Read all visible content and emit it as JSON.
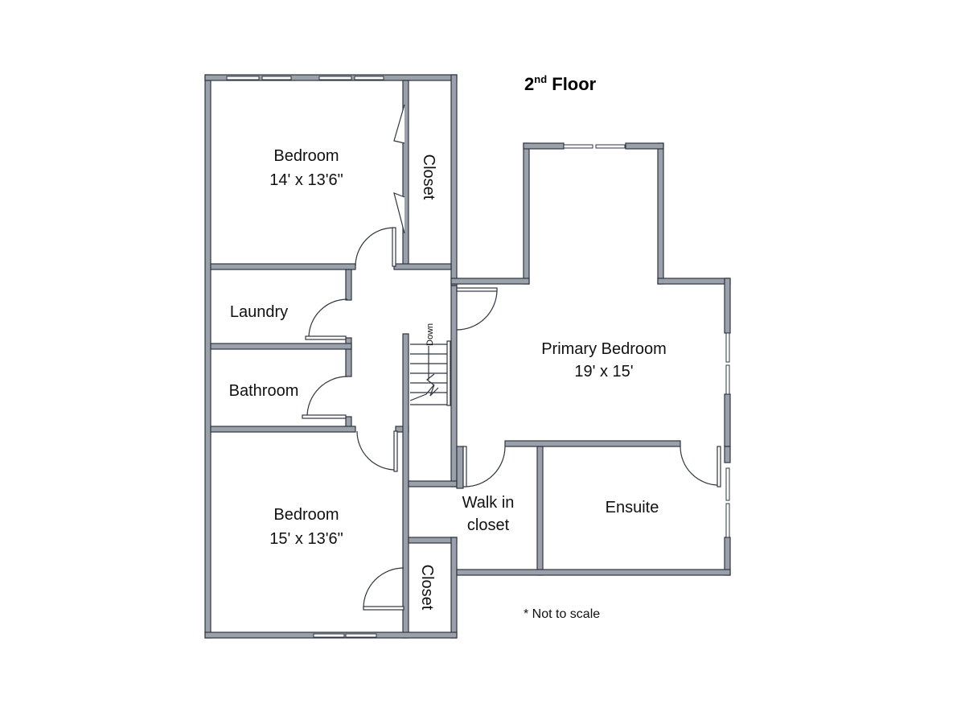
{
  "plan": {
    "title_main": "2",
    "title_sup": "nd",
    "title_rest": " Floor",
    "note": "* Not to scale",
    "stair_label": "Down",
    "wall_color": "#9AA1AA",
    "wall_edge": "#2f3540"
  },
  "rooms": {
    "bedroom_top": {
      "name": "Bedroom",
      "size": "14' x 13'6\""
    },
    "closet_top": {
      "name": "Closet"
    },
    "laundry": {
      "name": "Laundry"
    },
    "bathroom": {
      "name": "Bathroom"
    },
    "bedroom_bottom": {
      "name": "Bedroom",
      "size": "15' x 13'6\""
    },
    "closet_bottom": {
      "name": "Closet"
    },
    "primary_bedroom": {
      "name": "Primary Bedroom",
      "size": "19' x 15'"
    },
    "walk_in_closet": {
      "line1": "Walk in",
      "line2": "closet"
    },
    "ensuite": {
      "name": "Ensuite"
    }
  }
}
